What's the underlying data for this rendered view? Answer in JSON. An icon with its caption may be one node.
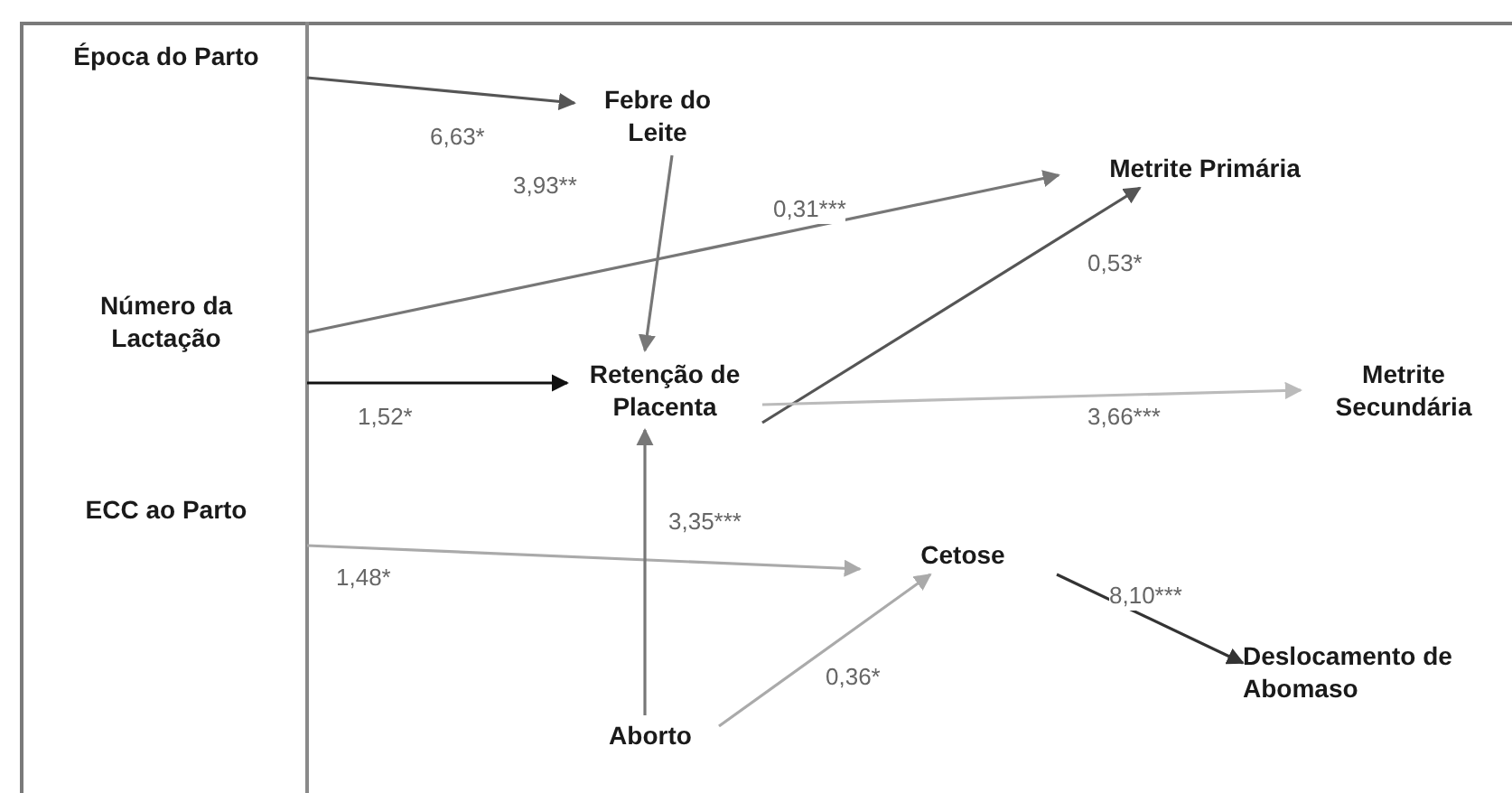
{
  "diagram": {
    "nodes": [
      {
        "text": [
          "Época do Parto"
        ]
      },
      {
        "text": [
          "Número da Lactação"
        ]
      },
      {
        "text": [
          "ECC ao Parto"
        ]
      },
      {
        "text": [
          "Febre do Leite"
        ]
      },
      {
        "text": [
          "Metrite Primária"
        ]
      },
      {
        "text": [
          "Retenção de Placenta"
        ]
      },
      {
        "text": [
          "Metrite Secundária"
        ]
      },
      {
        "text": [
          "Cetose"
        ]
      },
      {
        "text": [
          "Aborto"
        ]
      },
      {
        "text": [
          "Deslocamento de Abomaso"
        ]
      }
    ],
    "edges": [
      {
        "from": 0,
        "to": 3,
        "arrow": "to",
        "label": "6,63*",
        "color": "#555555"
      },
      {
        "from": 3,
        "to": 5,
        "arrow": "to",
        "label": "3,93**"
      },
      {
        "from": 1,
        "to": 4,
        "arrow": "to",
        "label": "0,31***"
      },
      {
        "from": 1,
        "to": 5,
        "arrow": "to",
        "label": "1,52*",
        "color": "#111111"
      },
      {
        "from": 5,
        "to": 4,
        "arrow": "to",
        "label": "0,53*",
        "color": "#555555"
      },
      {
        "from": 5,
        "to": 6,
        "arrow": "to",
        "label": "3,66***",
        "color": "#bbbbbb"
      },
      {
        "from": 2,
        "to": 7,
        "arrow": "to",
        "label": "1,48*",
        "color": "#aaaaaa"
      },
      {
        "from": 8,
        "to": 5,
        "arrow": "to",
        "label": "3,35***"
      },
      {
        "from": 8,
        "to": 7,
        "arrow": "to",
        "label": "0,36*",
        "color": "#aaaaaa"
      },
      {
        "from": 7,
        "to": 9,
        "arrow": "to",
        "label": "8,10***",
        "color": "#333333"
      }
    ]
  }
}
